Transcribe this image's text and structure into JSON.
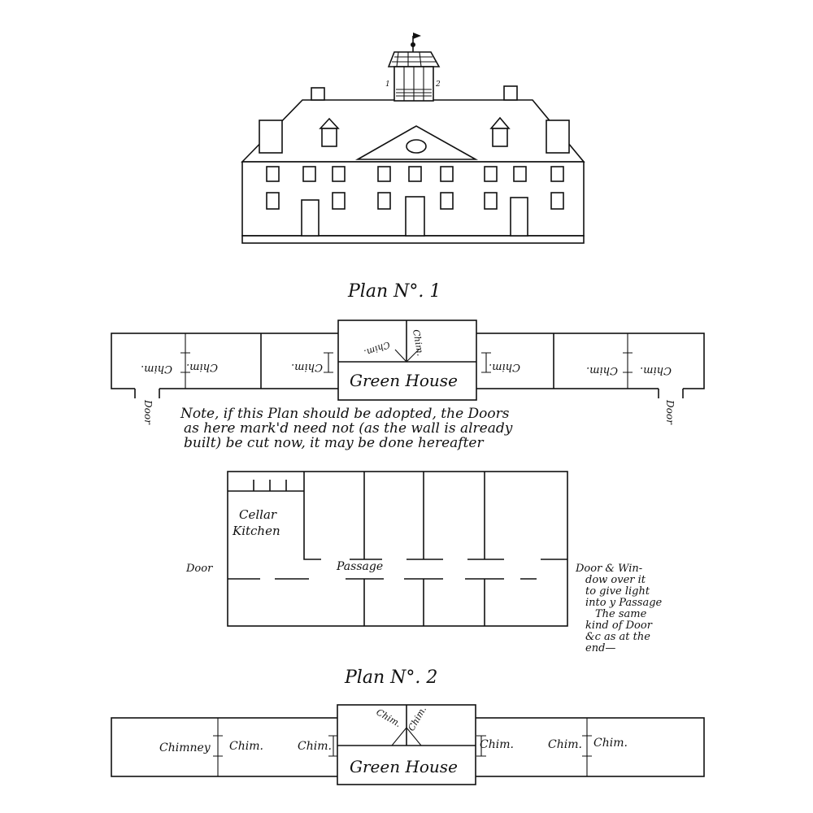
{
  "colors": {
    "ink": "#111111",
    "paper": "#ffffff"
  },
  "elevation": {
    "cupola_marks": {
      "left": "1",
      "right": "2"
    }
  },
  "plan1": {
    "title": "Plan N°. 1",
    "green_house": "Green House",
    "chimney_labels": [
      "Chim.",
      "Chim.",
      "Chim.",
      "Chim.",
      "Chim.",
      "Chim."
    ],
    "center_labels": [
      "Chim.",
      "Chim."
    ],
    "door_left": "Door",
    "door_right": "Door",
    "note_lines": [
      "Note, if this Plan should be adopted, the Doors",
      "as here mark'd need not (as the wall is already",
      "built) be cut now, it may be done hereafter"
    ]
  },
  "middle_plan": {
    "cellar_kitchen": [
      "Cellar",
      "Kitchen"
    ],
    "passage": "Passage",
    "door_left": "Door",
    "right_note": [
      "Door & Win-",
      "dow over it",
      "to give light",
      "into y Passage",
      "The same",
      "kind of Door",
      "&c as at the",
      "end—"
    ]
  },
  "plan2": {
    "title": "Plan N°. 2",
    "green_house": "Green House",
    "labels": [
      "Chimney",
      "Chim.",
      "Chim.",
      "Chim.",
      "Chim.",
      "Chim."
    ],
    "center_labels": [
      "Chim.",
      "Chim."
    ]
  }
}
